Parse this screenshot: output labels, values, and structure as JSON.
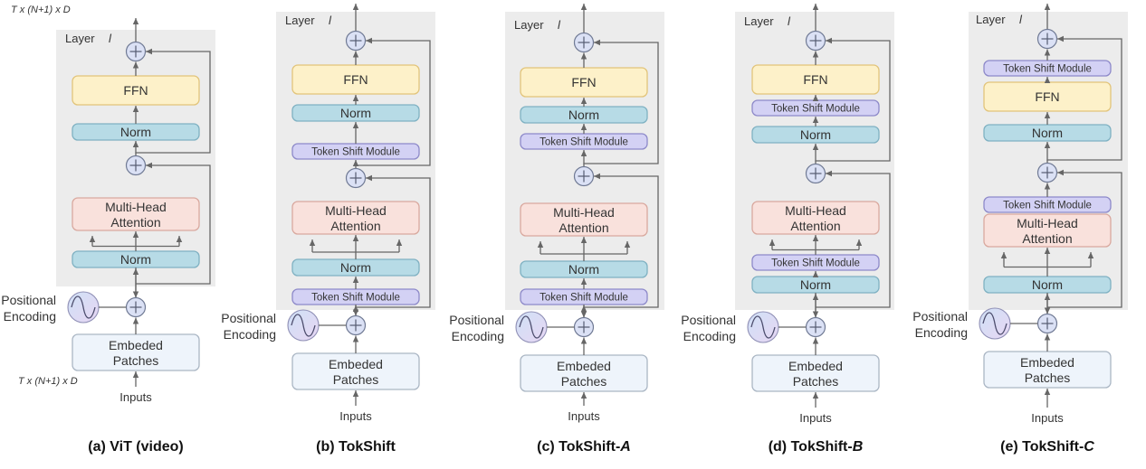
{
  "labels": {
    "layer": "Layer",
    "layer_var": "l",
    "ffn": "FFN",
    "norm": "Norm",
    "mha_line1": "Multi-Head",
    "mha_line2": "Attention",
    "tsm": "Token Shift Module",
    "pos_line1": "Positional",
    "pos_line2": "Encoding",
    "emb_line1": "Embeded",
    "emb_line2": "Patches",
    "inputs": "Inputs",
    "shape_top": "T x (N+1) x D",
    "shape_bottom": "T x (N+1) x D"
  },
  "captions": [
    {
      "prefix": "(a) ViT (video)",
      "var": ""
    },
    {
      "prefix": "(b) TokShift",
      "var": ""
    },
    {
      "prefix": "(c) TokShift-",
      "var": "A"
    },
    {
      "prefix": "(d) TokShift-",
      "var": "B"
    },
    {
      "prefix": "(e) TokShift-",
      "var": "C"
    }
  ],
  "colors": {
    "panel_bg": "#ececec",
    "ffn": "#fdf1c9",
    "ffn_border": "#e2c47a",
    "norm": "#b7dbe6",
    "norm_border": "#7fb1c2",
    "mha": "#f9e1dc",
    "mha_border": "#d9a89e",
    "tsm": "#d3d1f4",
    "tsm_border": "#8d89c9",
    "emb": "#eef4fb",
    "emb_border": "#aab6c4",
    "arrow": "#666666",
    "plus_fill": "#dbe1f5",
    "plus_stroke": "#707a94"
  }
}
